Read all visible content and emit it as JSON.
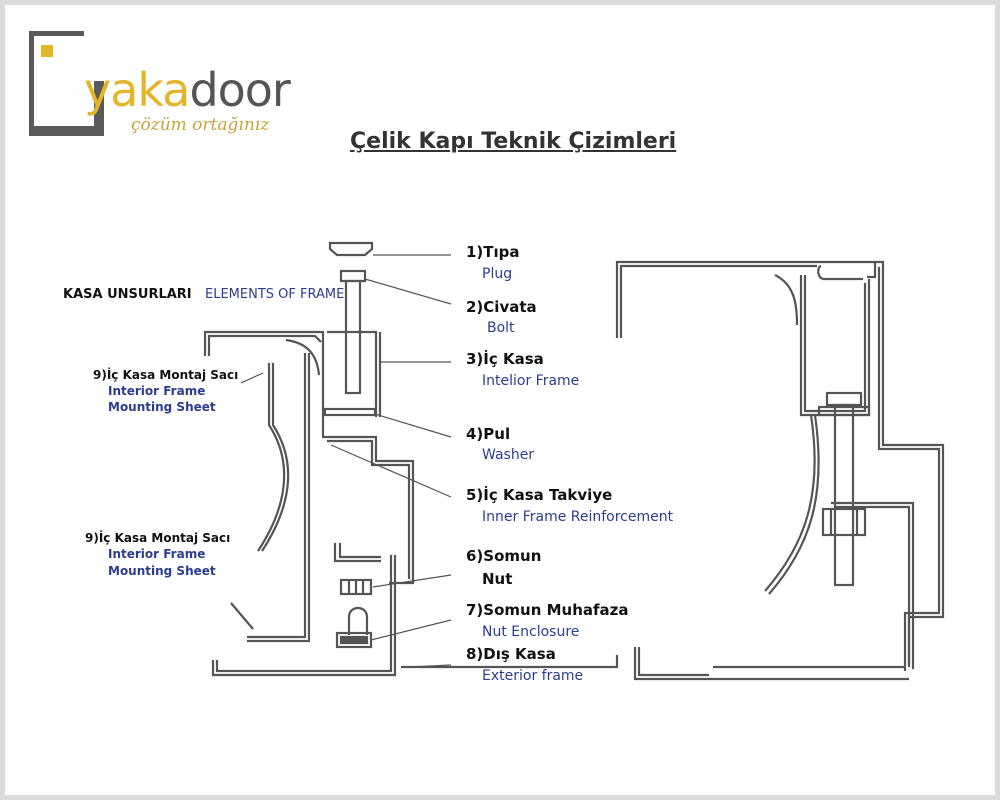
{
  "brand": {
    "name_part1": "yaka",
    "name_part2": "door",
    "tagline": "çözüm ortağınız",
    "color_primary": "#e3b52a",
    "color_secondary": "#555555"
  },
  "title": "Çelik Kapı Teknik Çizimleri",
  "section": {
    "label_tr": "KASA UNSURLARI",
    "label_en": "ELEMENTS OF FRAME"
  },
  "parts": [
    {
      "tr": "1)Tıpa",
      "en": "Plug"
    },
    {
      "tr": "2)Civata",
      "en": "Bolt"
    },
    {
      "tr": "3)İç Kasa",
      "en": "Intelior Frame"
    },
    {
      "tr": "4)Pul",
      "en": "Washer"
    },
    {
      "tr": "5)İç Kasa Takviye",
      "en": "Inner Frame Reinforcement"
    },
    {
      "tr": "6)Somun",
      "en": "Nut"
    },
    {
      "tr": "7)Somun Muhafaza",
      "en": "Nut Enclosure"
    },
    {
      "tr": "8)Dış Kasa",
      "en": "Exterior frame"
    }
  ],
  "side_labels": [
    {
      "tr": "9)İç Kasa Montaj Sacı",
      "en1": "Interior Frame",
      "en2": "Mounting Sheet"
    },
    {
      "tr": "9)İç Kasa Montaj Sacı",
      "en1": "Interior Frame",
      "en2": "Mounting Sheet"
    }
  ],
  "colors": {
    "label_en": "#2b3d8f",
    "line": "#555555"
  }
}
